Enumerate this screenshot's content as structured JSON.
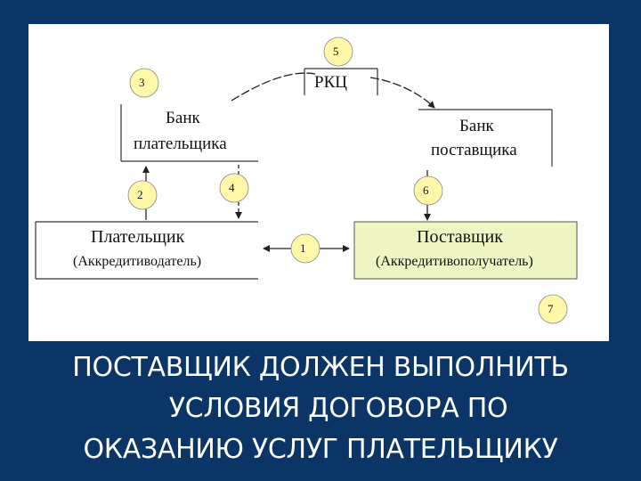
{
  "diagram": {
    "rkc": "РКЦ",
    "payer_bank": {
      "line1": "Банк",
      "line2": "плательщика"
    },
    "supplier_bank": {
      "line1": "Банк",
      "line2": "поставщика"
    },
    "payer": {
      "name": "Плательщик",
      "role": "(Аккредитиводатель)"
    },
    "supplier": {
      "name": "Поставщик",
      "role": "(Аккредитивополучатель)"
    },
    "steps": [
      "1",
      "2",
      "3",
      "4",
      "5",
      "6",
      "7"
    ],
    "colors": {
      "supplier_fill": "#eef5c2",
      "badge_fill": "#fff8a8",
      "background": "#0b3566"
    }
  },
  "caption": {
    "line1": "ПОСТАВЩИК ДОЛЖЕН ВЫПОЛНИТЬ",
    "line2": "УСЛОВИЯ ДОГОВОРА ПО",
    "line3": "ОКАЗАНИЮ УСЛУГ ПЛАТЕЛЬЩИКУ"
  }
}
